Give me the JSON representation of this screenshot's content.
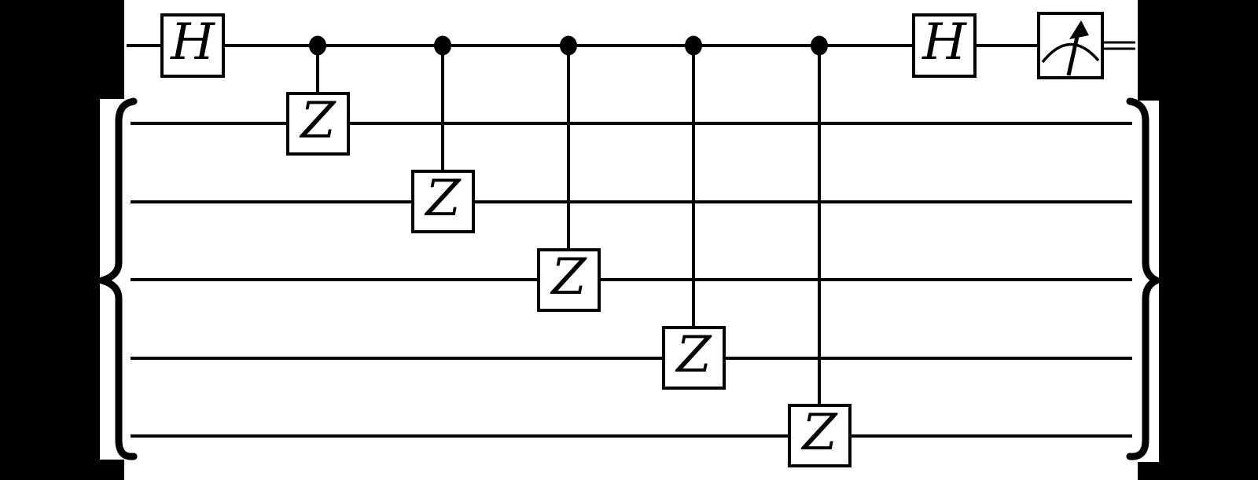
{
  "diagram": {
    "kind": "quantum-circuit",
    "colors": {
      "background": "#000000",
      "panel": "#ffffff",
      "ink": "#000000"
    },
    "register": {
      "num_qubit_wires": 6,
      "bracketed_wires": 5,
      "brace_left_icon": "open-curly-brace-icon",
      "brace_right_icon": "close-curly-brace-icon"
    },
    "gates": {
      "hadamard_left": {
        "label": "H"
      },
      "hadamard_right": {
        "label": "H"
      },
      "cz_targets": [
        {
          "label": "Z"
        },
        {
          "label": "Z"
        },
        {
          "label": "Z"
        },
        {
          "label": "Z"
        },
        {
          "label": "Z"
        }
      ],
      "num_control_dots": 5,
      "control_icon": "filled-control-dot-icon",
      "measurement_icon": "gauge-needle-meter-icon"
    }
  }
}
